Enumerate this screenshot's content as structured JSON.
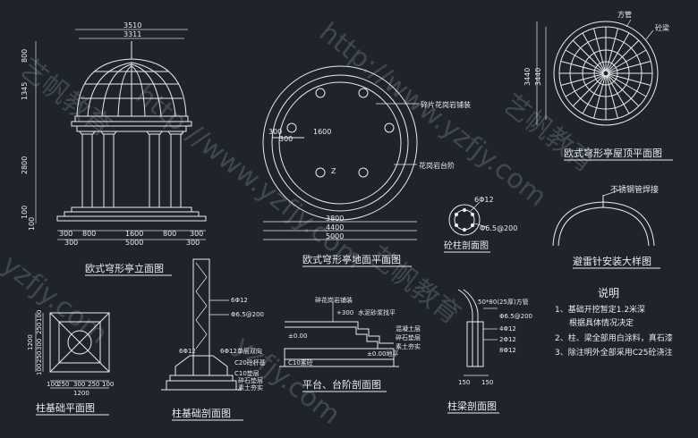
{
  "colors": {
    "background": "#1f242b",
    "line": "#e9ecef",
    "dim": "#cfd3d8",
    "watermark": "#5b6470"
  },
  "watermarks": [
    "http://www.yzfjy.com",
    "http://www.yzfjy.com",
    "艺帆教育",
    "yzfjy.com",
    "艺帆教育",
    "yzfjy.com",
    "艺帆教育"
  ],
  "elevation": {
    "title": "欧式穹形亭立面图",
    "dims_top": [
      "3510",
      "3311"
    ],
    "dims_left": [
      "800",
      "1345",
      "2800",
      "100",
      "100"
    ],
    "dims_bottom_row1": [
      "300",
      "800",
      "1600",
      "800",
      "300"
    ],
    "dims_bottom_row2": [
      "300",
      "5000",
      "300"
    ]
  },
  "plan": {
    "title": "欧式穹形亭地面平面图",
    "note_paving": "碎片花岗岩铺装",
    "note_step": "花岗岩台阶",
    "dims_inner": [
      "300",
      "300",
      "1600"
    ],
    "dims_bottom": [
      "3800",
      "4400",
      "5000"
    ],
    "marker": "Z"
  },
  "roof_plan": {
    "title": "欧式穹形亭屋顶平面图",
    "label_tube": "方管",
    "label_beam": "砼梁",
    "dims_left": [
      "3440",
      "3440"
    ]
  },
  "column_section": {
    "title": "砼柱剖面图",
    "label1": "6Φ12",
    "label2": "Φ6.5@200"
  },
  "lightning": {
    "title": "避雷针安装大样图",
    "label": "不锈钢管焊接"
  },
  "notes": {
    "heading": "说明",
    "lines": [
      "1、基础开挖暂定1.2米深",
      "根据具体情况决定",
      "2、柱、梁全部用白涂料，真石漆",
      "3、除注明外全部采用C25砼浇注"
    ]
  },
  "footing_plan": {
    "title": "柱基础平面图",
    "dims_left": [
      "1200",
      "100",
      "250",
      "300",
      "250",
      "100"
    ],
    "dims_bottom1": [
      "100",
      "250",
      "300",
      "250",
      "100"
    ],
    "dims_bottom2": [
      "1200"
    ]
  },
  "footing_section": {
    "title": "柱基础剖面图",
    "label1": "6Φ12",
    "label2": "Φ6.5@200",
    "label3": "6Φ12",
    "label4": "6Φ12单层双向",
    "label5": "C20砼杯基",
    "label6": "C10垫层",
    "label7": "碎石垫层",
    "label8": "素土夯实"
  },
  "step_section": {
    "title": "平台、台阶剖面图",
    "label1": "碎花岗岩铺装",
    "label2": "+300",
    "label3": "水泥砂浆找平",
    "label4": "±0.00",
    "label5": "混凝土层",
    "label6": "碎石垫层",
    "label7": "素土夯实",
    "label8": "±0.00地平",
    "label9": "C10素砼"
  },
  "beam_section": {
    "title": "柱梁剖面图",
    "label1": "50*80(25厚)方管",
    "label2": "Φ6.5@200",
    "label3": "4Φ12",
    "label4": "2Φ12",
    "label5": "8Φ12",
    "label6": "150",
    "label7": "150"
  }
}
